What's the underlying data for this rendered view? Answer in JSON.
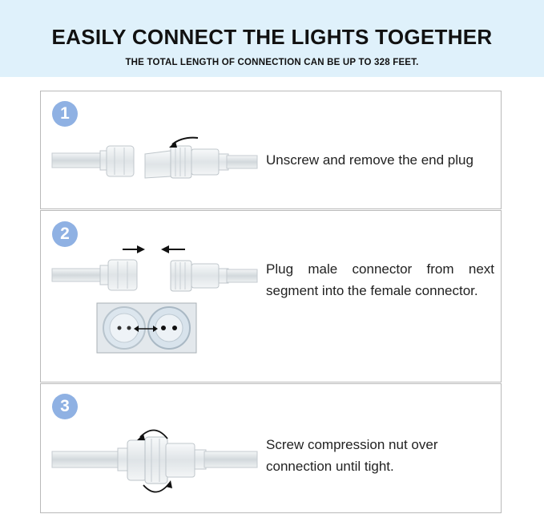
{
  "header": {
    "title": "EASILY CONNECT THE LIGHTS TOGETHER",
    "subtitle": "THE TOTAL LENGTH OF CONNECTION CAN BE UP TO 328 FEET."
  },
  "steps": [
    {
      "number": "1",
      "text": "Unscrew and remove the end plug"
    },
    {
      "number": "2",
      "text": "Plug male connector from next segment into the female connector."
    },
    {
      "number": "3",
      "text": "Screw compression nut over connection until tight."
    }
  ],
  "colors": {
    "header_bg": "#dff1fb",
    "badge": "#8fb1e3",
    "border": "#b9b9b9"
  }
}
